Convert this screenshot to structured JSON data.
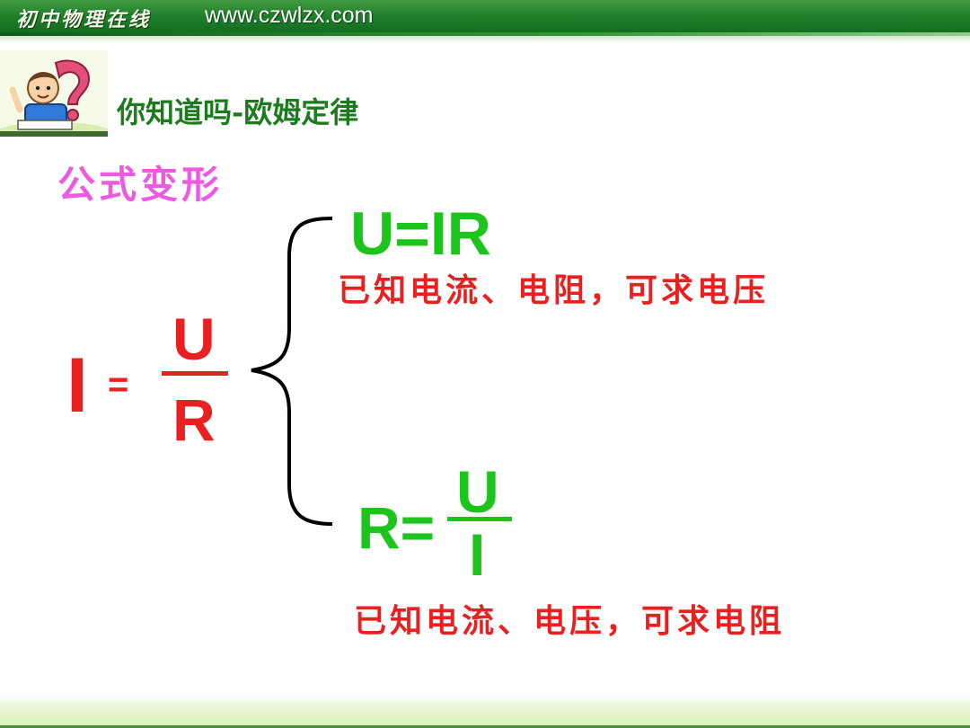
{
  "header": {
    "site_name": "初中物理在线",
    "url": "www.czwlzx.com"
  },
  "slide": {
    "heading": "你知道吗-欧姆定律",
    "section_title": "公式变形"
  },
  "formula_main": {
    "lhs": "I",
    "equals": "=",
    "numerator": "U",
    "denominator": "R"
  },
  "formula_top": {
    "expr": "U=IR",
    "note": "已知电流、电阻，可求电压"
  },
  "formula_bottom": {
    "lhs": "R=",
    "numerator": "U",
    "denominator": "I",
    "note": "已知电流、电压，可求电阻"
  },
  "colors": {
    "header_green": "#1f7f2a",
    "heading_green": "#1c7b1c",
    "pink": "#ec5ae0",
    "formula_red": "#e82020",
    "formula_green": "#1cc41c"
  }
}
